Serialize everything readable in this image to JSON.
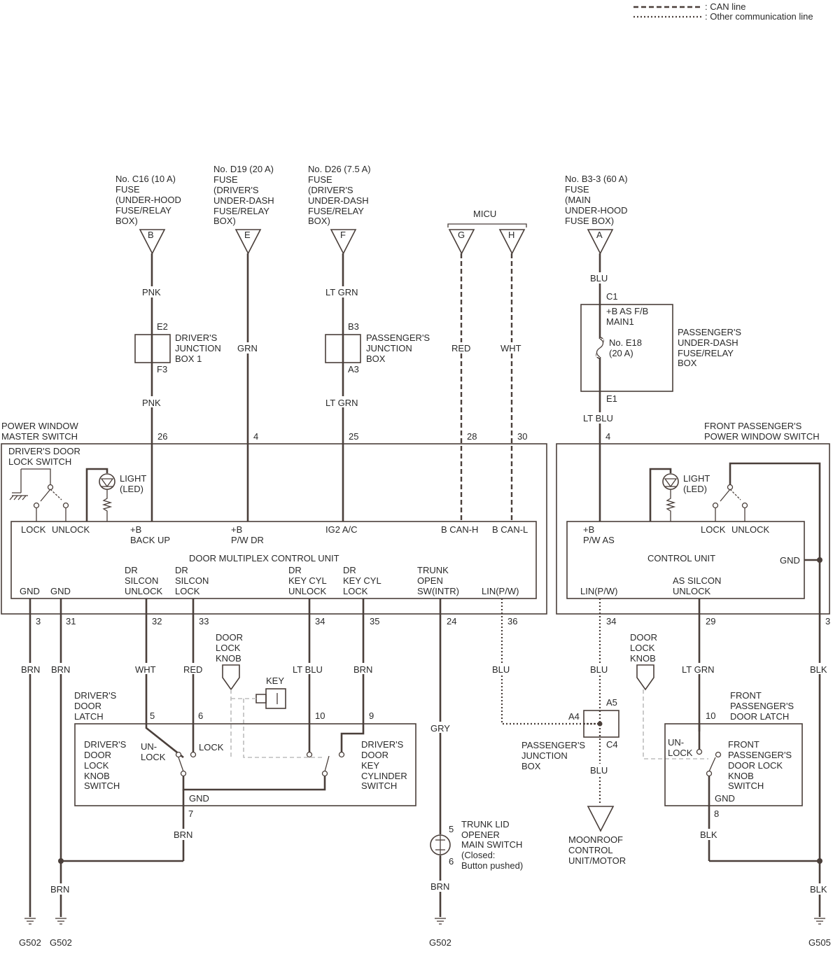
{
  "legend": {
    "can_line": ": CAN line",
    "other_line": ": Other communication line"
  },
  "fuses": {
    "c16": [
      "No. C16 (10 A)",
      "FUSE",
      "(UNDER-HOOD",
      "FUSE/RELAY",
      "BOX)"
    ],
    "d19": [
      "No. D19 (20 A)",
      "FUSE",
      "(DRIVER'S",
      "UNDER-DASH",
      "FUSE/RELAY",
      "BOX)"
    ],
    "d26": [
      "No. D26 (7.5 A)",
      "FUSE",
      "(DRIVER'S",
      "UNDER-DASH",
      "FUSE/RELAY",
      "BOX)"
    ],
    "b33": [
      "No. B3-3 (60 A)",
      "FUSE",
      "(MAIN",
      "UNDER-HOOD",
      "FUSE BOX)"
    ],
    "micu": "MICU"
  },
  "connectors": {
    "b": "B",
    "e": "E",
    "f": "F",
    "g": "G",
    "h": "H",
    "a": "A"
  },
  "wire_colors": {
    "pnk_top": "PNK",
    "grn": "GRN",
    "ltgrn_top": "LT GRN",
    "red_can": "RED",
    "wht_can": "WHT",
    "blu_top": "BLU",
    "pnk_bottom": "PNK",
    "ltgrn_bottom": "LT GRN",
    "ltblu_top": "LT BLU",
    "brn_3": "BRN",
    "brn_31": "BRN",
    "wht_32": "WHT",
    "red_33": "RED",
    "ltblu_34": "LT BLU",
    "brn_35": "BRN",
    "gry": "GRY",
    "blu_36": "BLU",
    "blu_p34": "BLU",
    "ltgrn_29": "LT GRN",
    "blk_3": "BLK",
    "brn_7": "BRN",
    "brn_g502": "BRN",
    "blk_8": "BLK",
    "blk_g505": "BLK",
    "blu_c4": "BLU",
    "brn_6": "BRN"
  },
  "junctions": {
    "driver_box": [
      "DRIVER'S",
      "JUNCTION",
      "BOX 1"
    ],
    "driver_box_e2": "E2",
    "driver_box_f3": "F3",
    "passenger_box": [
      "PASSENGER'S",
      "JUNCTION",
      "BOX"
    ],
    "passenger_box_b3": "B3",
    "passenger_box_a3": "A3",
    "pass_fuse_box": [
      "PASSENGER'S",
      "UNDER-DASH",
      "FUSE/RELAY",
      "BOX"
    ],
    "pass_fuse_c1": "C1",
    "pass_fuse_e1": "E1",
    "pass_fuse_main": [
      "+B AS F/B",
      "MAIN1"
    ],
    "pass_fuse_e18": [
      "No. E18",
      "(20 A)"
    ]
  },
  "master_switch": {
    "title": [
      "POWER WINDOW",
      "MASTER SWITCH"
    ],
    "lock_switch": [
      "DRIVER'S DOOR",
      "LOCK SWITCH"
    ],
    "light": [
      "LIGHT",
      "(LED)"
    ],
    "lock": "LOCK",
    "unlock": "UNLOCK",
    "b_backup": [
      "+B",
      "BACK UP"
    ],
    "b_pwdr": [
      "+B",
      "P/W DR"
    ],
    "ig2": "IG2 A/C",
    "bcan_h": "B CAN-H",
    "bcan_l": "B CAN-L",
    "unit_name": "DOOR MULTIPLEX CONTROL UNIT",
    "gnd1": "GND",
    "gnd2": "GND",
    "dr_silcon_unlock": [
      "DR",
      "SILCON",
      "UNLOCK"
    ],
    "dr_silcon_lock": [
      "DR",
      "SILCON",
      "LOCK"
    ],
    "dr_keycyl_unlock": [
      "DR",
      "KEY CYL",
      "UNLOCK"
    ],
    "dr_keycyl_lock": [
      "DR",
      "KEY CYL",
      "LOCK"
    ],
    "trunk_open": [
      "TRUNK",
      "OPEN",
      "SW(INTR)"
    ],
    "lin": "LIN(P/W)",
    "pins_top": [
      "26",
      "4",
      "25",
      "28",
      "30"
    ],
    "pins_bottom": [
      "3",
      "31",
      "32",
      "33",
      "34",
      "35",
      "24",
      "36"
    ]
  },
  "passenger_switch": {
    "title": [
      "FRONT PASSENGER'S",
      "POWER WINDOW SWITCH"
    ],
    "light": [
      "LIGHT",
      "(LED)"
    ],
    "b_pwas": [
      "+B",
      "P/W AS"
    ],
    "lock": "LOCK",
    "unlock": "UNLOCK",
    "unit_name": "CONTROL UNIT",
    "gnd": "GND",
    "lin": "LIN(P/W)",
    "as_silcon": [
      "AS SILCON",
      "UNLOCK"
    ],
    "pin_top": "4",
    "pins_bottom": [
      "34",
      "29",
      "3"
    ]
  },
  "driver_latch": {
    "title": [
      "DRIVER'S",
      "DOOR",
      "LATCH"
    ],
    "knob_switch": [
      "DRIVER'S",
      "DOOR",
      "LOCK",
      "KNOB",
      "SWITCH"
    ],
    "key_switch": [
      "DRIVER'S",
      "DOOR",
      "KEY",
      "CYLINDER",
      "SWITCH"
    ],
    "unlock": [
      "UN-",
      "LOCK"
    ],
    "lock": "LOCK",
    "gnd": "GND",
    "pins": [
      "5",
      "6",
      "10",
      "9",
      "7"
    ],
    "door_lock_knob": [
      "DOOR",
      "LOCK",
      "KNOB"
    ],
    "key": "KEY"
  },
  "pass_latch": {
    "title": [
      "FRONT",
      "PASSENGER'S",
      "DOOR LATCH"
    ],
    "switch": [
      "FRONT",
      "PASSENGER'S",
      "DOOR LOCK",
      "KNOB",
      "SWITCH"
    ],
    "unlock": [
      "UN-",
      "LOCK"
    ],
    "gnd": "GND",
    "pins": [
      "10",
      "8"
    ],
    "door_lock_knob": [
      "DOOR",
      "LOCK",
      "KNOB"
    ]
  },
  "pass_junction": {
    "label": [
      "PASSENGER'S",
      "JUNCTION",
      "BOX"
    ],
    "a5": "A5",
    "a4": "A4",
    "c4": "C4"
  },
  "moonroof": [
    "MOONROOF",
    "CONTROL",
    "UNIT/MOTOR"
  ],
  "trunk_switch": {
    "label": [
      "TRUNK LID",
      "OPENER",
      "MAIN SWITCH",
      "(Closed:",
      "Button pushed)"
    ],
    "pin5": "5",
    "pin6": "6"
  },
  "grounds": [
    "G502",
    "G502",
    "G502",
    "G505"
  ]
}
